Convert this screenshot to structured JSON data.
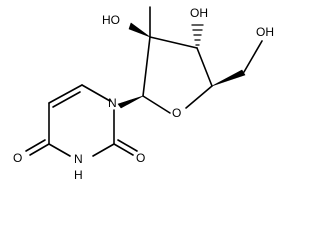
{
  "molecule": {
    "labels": {
      "ho_c2": "HO",
      "oh_c3": "OH",
      "oh_ch2": "OH",
      "ring_o": "O",
      "n1": "N",
      "n3h": "N",
      "n3h_h": "H",
      "o_c2": "O",
      "o_c4": "O"
    }
  }
}
